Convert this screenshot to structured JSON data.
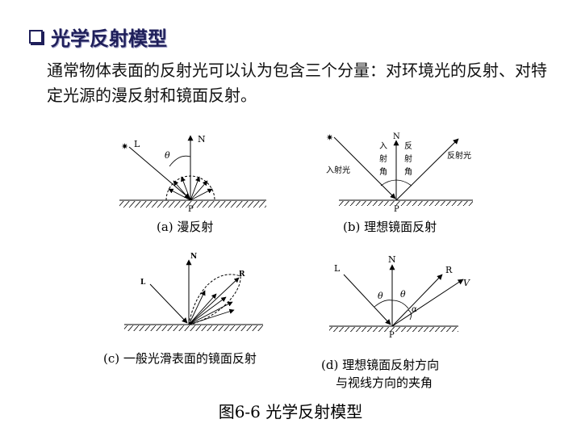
{
  "title": "光学反射模型",
  "intro_text": "通常物体表面的反射光可以认为包含三个分量：对环境光的反射、对特定光源的漫反射和镜面反射。",
  "diagrams": {
    "a": {
      "caption": "(a) 漫反射",
      "label_L": "L",
      "label_N": "N",
      "label_theta": "θ",
      "label_P": "P"
    },
    "b": {
      "caption": "(b) 理想镜面反射",
      "label_N": "N",
      "label_in": "入射光",
      "label_out": "反射光",
      "label_in_angle": [
        "入",
        "射",
        "角"
      ],
      "label_out_angle": [
        "反",
        "射",
        "角"
      ],
      "label_P": "P"
    },
    "c": {
      "caption": "(c) 一般光滑表面的镜面反射",
      "label_L": "L",
      "label_N": "N",
      "label_R": "R"
    },
    "d": {
      "caption_line1": "(d) 理想镜面反射方向",
      "caption_line2": "与视线方向的夹角",
      "label_L": "L",
      "label_N": "N",
      "label_R": "R",
      "label_V": "V",
      "label_theta1": "θ",
      "label_theta2": "θ",
      "label_alpha": "α",
      "label_P": "P"
    }
  },
  "figure_caption": "图6-6 光学反射模型"
}
